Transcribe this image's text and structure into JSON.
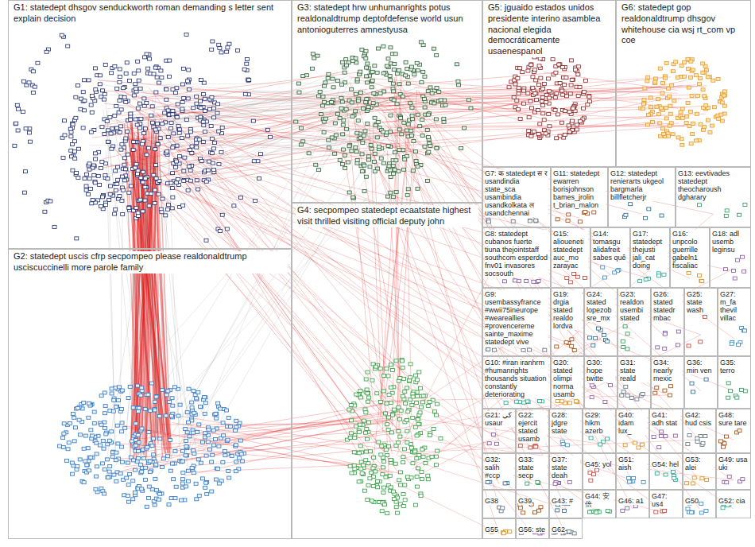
{
  "diagram": {
    "nodes": [
      {
        "text": [
          "G1: statedept dhsgov senduckworth roman demanding s letter sent explain decision"
        ]
      },
      {
        "text": [
          "G2: statedept uscis cfrp secpompeo please realdonaldtrump usciscuccinelli more parole family"
        ]
      },
      {
        "text": [
          "G3: statedept hrw unhumanrights potus realdonaldtrump deptofdefense world usun antonioguterres amnestyusa"
        ]
      },
      {
        "text": [
          "G4: secpompeo statedept ecaatstate highest visit thrilled visiting official deputy john"
        ]
      },
      {
        "text": [
          "G5: jguaido estados unidos presidente interino asamblea nacional elegida democráticamente usaenespanol"
        ]
      },
      {
        "text": [
          "G6: statedept gop realdonaldtrump dhsgov whitehouse cia wsj rt_com vp coe"
        ]
      },
      {
        "text": [
          "G7: क statedept स र usandindia state_sca usambindia usandkolkata ल usandchennai"
        ]
      },
      {
        "text": [
          "G11: statedept ewarren borisjohnson bames_jrolin t_brian_malon"
        ]
      },
      {
        "text": [
          "G12: statedept renierarts ukgeol bargmarla billfletcherjr"
        ]
      },
      {
        "text": [
          "G13: eevtivades statedept theocharoush dgharary"
        ]
      },
      {
        "text": [
          "G8: statedept cubanos fuerte tiuna thejointstaff southcom esperdod fnv01 invasores socsouth"
        ]
      },
      {
        "text": [
          "G15: alioueneti statedept auc_mo zarayac"
        ]
      },
      {
        "text": [
          "G14: tomasgu alidafreit sabes quê"
        ]
      },
      {
        "text": [
          "G17: statedept thejusti jali_cat doing"
        ]
      },
      {
        "text": [
          "G16: unpcolo guerrille gabeln1 fiscaliac"
        ]
      },
      {
        "text": [
          "G18: adl usemb leginsu"
        ]
      },
      {
        "text": [
          "G9: usembassyfrance #wwii75ineurope #weareallies #provencereme sainte_maxime statedept vive"
        ]
      },
      {
        "text": [
          "G19: drgia stated realdo lordva"
        ]
      },
      {
        "text": [
          "G24: stated lopezob sre_mx"
        ]
      },
      {
        "text": [
          "G23: realdon usembi stated"
        ]
      },
      {
        "text": [
          "G26: stated statedr mbac"
        ]
      },
      {
        "text": [
          "G25: state wash"
        ]
      },
      {
        "text": [
          "G27: m_fa thevil villac"
        ]
      },
      {
        "text": [
          "G10: #iran iranhrm #humanrights thousands situation constantly deteriorating"
        ]
      },
      {
        "text": [
          "G20: stated olimpi norma usamb"
        ]
      },
      {
        "text": [
          "G30: hope twitte"
        ]
      },
      {
        "text": [
          "G31: state reald"
        ]
      },
      {
        "text": [
          "G34: nearly mexic"
        ]
      },
      {
        "text": [
          "G36: min ven"
        ]
      },
      {
        "text": [
          "G35: terro"
        ]
      },
      {
        "text": [
          "G21: كي usaur"
        ]
      },
      {
        "text": [
          "G22: ejercit stated usamb"
        ]
      },
      {
        "text": [
          "G28: jdgre state"
        ]
      },
      {
        "text": [
          "G29: hikm azerb"
        ]
      },
      {
        "text": [
          "G40: idam lux_"
        ]
      },
      {
        "text": [
          "G41: adh stat"
        ]
      },
      {
        "text": [
          "G42: hud csis"
        ]
      },
      {
        "text": [
          "G48: sure tare"
        ]
      },
      {
        "text": [
          "G32: salih #ccp"
        ]
      },
      {
        "text": [
          "G33: state secp"
        ]
      },
      {
        "text": [
          "G37: state deah"
        ]
      },
      {
        "text": [
          "G45: yol"
        ]
      },
      {
        "text": [
          "G51: aish"
        ]
      },
      {
        "text": [
          "G54: hel"
        ]
      },
      {
        "text": [
          "G53: alei"
        ]
      },
      {
        "text": [
          "G49: usa uki"
        ]
      },
      {
        "text": [
          "G38"
        ]
      },
      {
        "text": [
          "G39"
        ]
      },
      {
        "text": [
          "G43: #"
        ]
      },
      {
        "text": [
          "G44: 安倍"
        ]
      },
      {
        "text": [
          "G46: a1"
        ]
      },
      {
        "text": [
          "G47: us4"
        ]
      },
      {
        "text": [
          "G50"
        ]
      },
      {
        "text": [
          "G52: cia"
        ]
      },
      {
        "text": [
          "G55"
        ]
      },
      {
        "text": [
          "G56: ste"
        ]
      },
      {
        "text": [
          "G62"
        ]
      }
    ]
  }
}
